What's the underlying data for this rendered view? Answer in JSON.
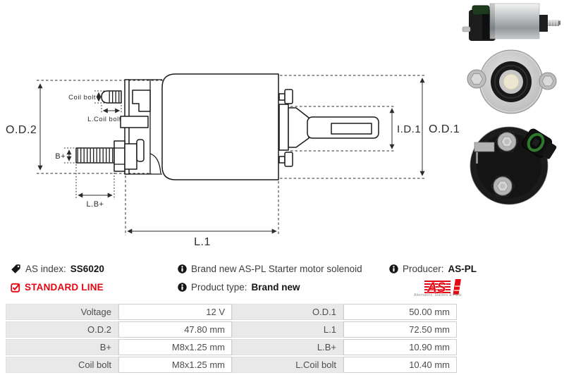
{
  "colors": {
    "accent_red": "#e30613",
    "drawing_line": "#1a1a1a",
    "table_label_bg": "#e9e9e9",
    "table_border": "#cfcfcf"
  },
  "diagram": {
    "labels": {
      "od2": "O.D.2",
      "coil_bolt": "Coil bolt",
      "l_coil_bolt": "L.Coil bolt",
      "b_plus": "B+",
      "l_b_plus": "L.B+",
      "l1": "L.1",
      "id1": "I.D.1",
      "od1": "O.D.1"
    }
  },
  "photos": {
    "side_view_icon": "solenoid-side-photo",
    "front_view_icon": "solenoid-front-flange-photo",
    "rear_view_icon": "solenoid-rear-terminals-photo"
  },
  "info": {
    "as_index": {
      "icon": "tag-icon",
      "label": "AS index:",
      "value": "SS6020"
    },
    "standard_line": {
      "icon": "checkbox-checked-icon",
      "label": "STANDARD LINE"
    },
    "description": {
      "icon": "info-circle-icon",
      "text": "Brand new AS-PL Starter motor solenoid"
    },
    "product_type": {
      "icon": "info-circle-icon",
      "label": "Product type:",
      "value": "Brand new"
    },
    "producer": {
      "icon": "info-circle-icon",
      "label": "Producer:",
      "value": "AS-PL"
    },
    "logo": {
      "text": "AS",
      "caption": "Alternators, Starters & Parts"
    }
  },
  "spec_table": {
    "rows": [
      [
        "Voltage",
        "12 V",
        "O.D.1",
        "50.00 mm"
      ],
      [
        "O.D.2",
        "47.80 mm",
        "L.1",
        "72.50 mm"
      ],
      [
        "B+",
        "M8x1.25 mm",
        "L.B+",
        "10.90 mm"
      ],
      [
        "Coil bolt",
        "M8x1.25 mm",
        "L.Coil bolt",
        "10.40 mm"
      ]
    ]
  }
}
